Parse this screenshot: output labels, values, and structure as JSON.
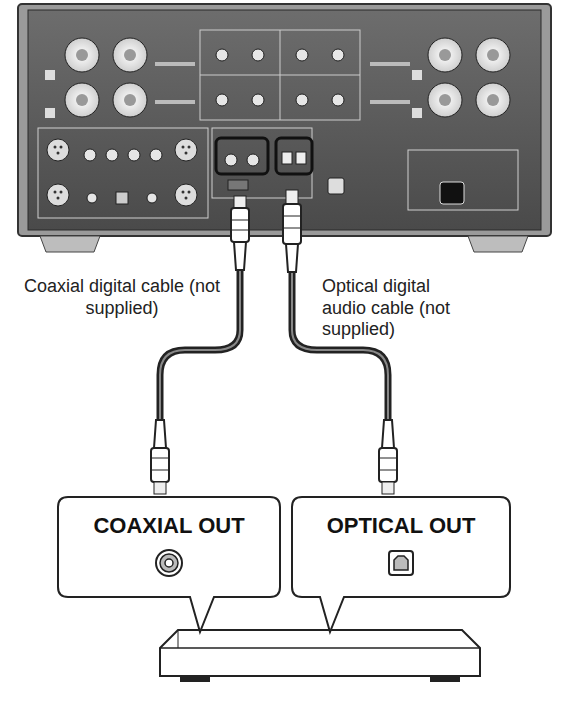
{
  "diagram": {
    "nodes": [
      {
        "text": [
          "COAXIAL OUT"
        ]
      },
      {
        "text": [
          "OPTICAL OUT"
        ]
      }
    ],
    "labels": [
      "Coaxial digital cable (not supplied)",
      "Optical digital audio cable (not supplied)"
    ]
  }
}
